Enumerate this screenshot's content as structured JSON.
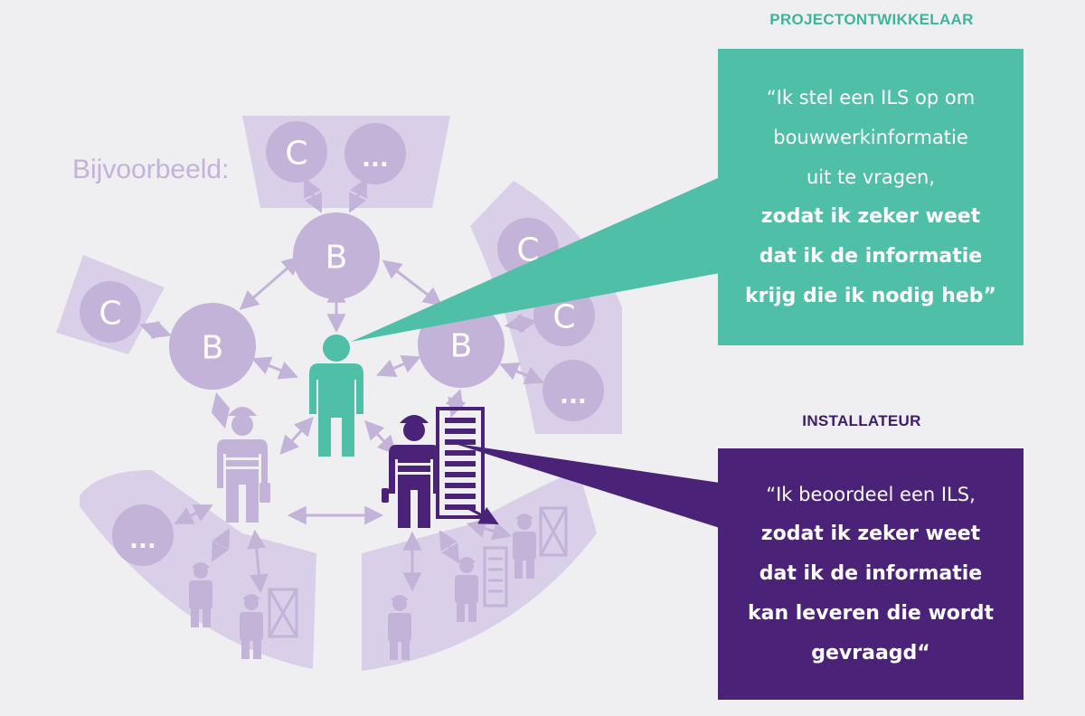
{
  "colors": {
    "background": "#efeef0",
    "lavender": "#c3b3d9",
    "lavender_light": "#d9cfe8",
    "teal": "#4fbfa8",
    "purple": "#4a2378",
    "purple_text": "#3d1c6b",
    "teal_text": "#3db59c"
  },
  "diagram": {
    "example_label": "Bijvoorbeeld:",
    "node_b_label": "B",
    "node_c_label": "C",
    "node_more_label": "..."
  },
  "projectontwikkelaar": {
    "title": "PROJECTONTWIKKELAAR",
    "lines": [
      {
        "text": "“Ik stel een ILS op om",
        "bold": false
      },
      {
        "text": "bouwwerkinformatie",
        "bold": false
      },
      {
        "text": "uit te vragen,",
        "bold": false
      },
      {
        "text": "zodat ik zeker weet",
        "bold": true
      },
      {
        "text": "dat ik de informatie",
        "bold": true
      },
      {
        "text": "krijg die ik nodig heb”",
        "bold": true
      }
    ]
  },
  "installateur": {
    "title": "INSTALLATEUR",
    "lines": [
      {
        "text": "“Ik beoordeel een ILS,",
        "bold": false
      },
      {
        "text": "zodat ik zeker weet",
        "bold": true
      },
      {
        "text": "dat ik de informatie",
        "bold": true
      },
      {
        "text": "kan leveren die wordt",
        "bold": true
      },
      {
        "text": "gevraagd“",
        "bold": true
      }
    ]
  }
}
